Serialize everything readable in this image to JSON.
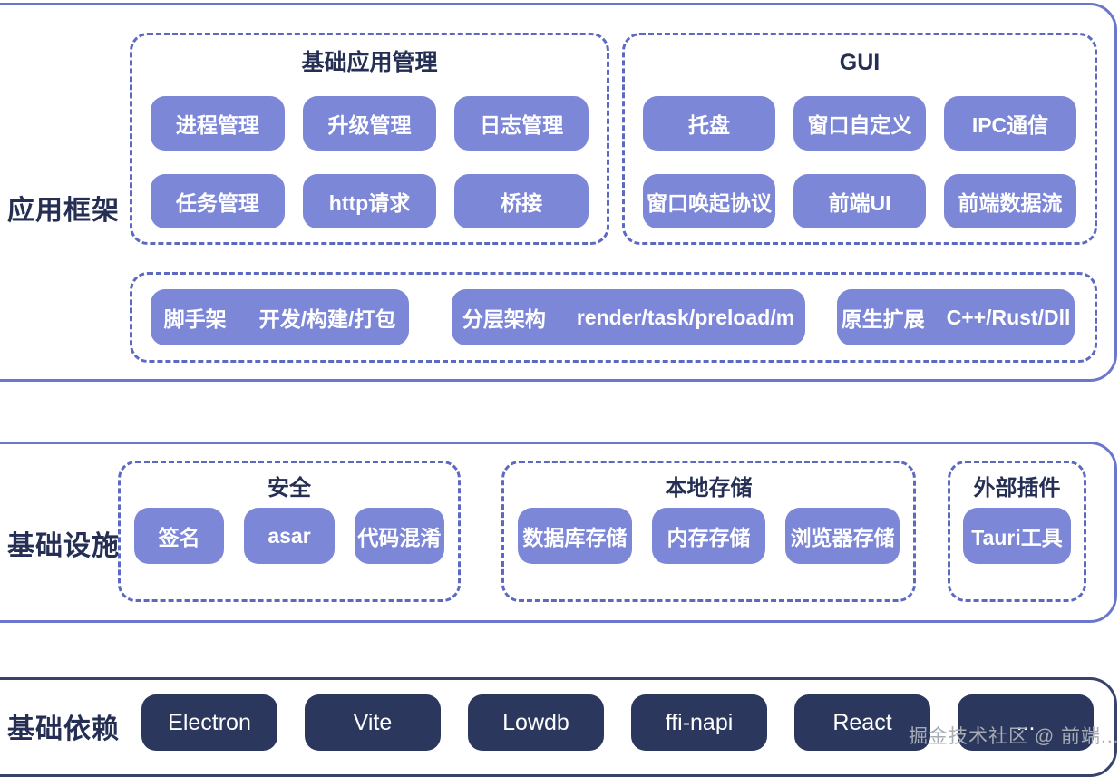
{
  "colors": {
    "pill_purple": "#7d87d8",
    "dashed_border": "#5c69c0",
    "section_border": "#6b77cc",
    "navy_text": "#252f54",
    "dark_pill": "#2c375e",
    "dark_section_border": "#39436a",
    "watermark_gray": "#a6abb4"
  },
  "app_framework": {
    "label": "应用框架",
    "app_mgmt": {
      "title": "基础应用管理",
      "pills": [
        "进程管理",
        "升级管理",
        "日志管理",
        "任务管理",
        "http请求",
        "桥接"
      ]
    },
    "gui": {
      "title": "GUI",
      "pills": [
        "托盘",
        "窗口自定义",
        "IPC通信",
        "窗口唤起协议",
        "前端UI",
        "前端数据流"
      ]
    },
    "arch": {
      "pills": [
        {
          "k": "脚手架",
          "v": "开发/构建/打包"
        },
        {
          "k": "分层架构",
          "v": "render/task/preload/m"
        },
        {
          "k": "原生扩展",
          "v": "C++/Rust/Dll"
        }
      ]
    }
  },
  "infrastructure": {
    "label": "基础设施",
    "security": {
      "title": "安全",
      "pills": [
        "签名",
        "asar",
        "代码混淆"
      ]
    },
    "storage": {
      "title": "本地存储",
      "pills": [
        "数据库存储",
        "内存存储",
        "浏览器存储"
      ]
    },
    "plugins": {
      "title": "外部插件",
      "pills": [
        "Tauri工具"
      ]
    }
  },
  "dependencies": {
    "label": "基础依赖",
    "pills": [
      "Electron",
      "Vite",
      "Lowdb",
      "ffi-napi",
      "React",
      "..."
    ]
  },
  "watermark": "掘金技术社区 @ 前端..."
}
